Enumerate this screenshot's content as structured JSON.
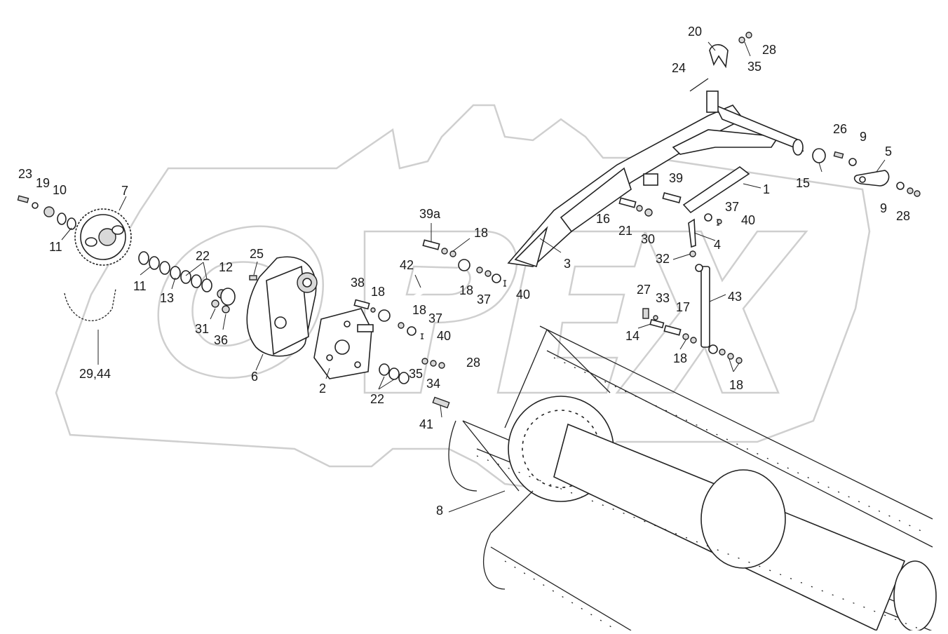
{
  "labels": [
    {
      "id": "23",
      "text": "23"
    },
    {
      "id": "19",
      "text": "19"
    },
    {
      "id": "10",
      "text": "10"
    },
    {
      "id": "7",
      "text": "7"
    },
    {
      "id": "11a",
      "text": "11"
    },
    {
      "id": "11b",
      "text": "11"
    },
    {
      "id": "22a",
      "text": "22"
    },
    {
      "id": "12",
      "text": "12"
    },
    {
      "id": "13",
      "text": "13"
    },
    {
      "id": "25",
      "text": "25"
    },
    {
      "id": "31",
      "text": "31"
    },
    {
      "id": "36",
      "text": "36"
    },
    {
      "id": "6",
      "text": "6"
    },
    {
      "id": "29_44",
      "text": "29,44"
    },
    {
      "id": "2",
      "text": "2"
    },
    {
      "id": "39a",
      "text": "39a"
    },
    {
      "id": "18a",
      "text": "18"
    },
    {
      "id": "42",
      "text": "42"
    },
    {
      "id": "38",
      "text": "38"
    },
    {
      "id": "18b",
      "text": "18"
    },
    {
      "id": "18c",
      "text": "18"
    },
    {
      "id": "18d",
      "text": "18"
    },
    {
      "id": "37a",
      "text": "37"
    },
    {
      "id": "37b",
      "text": "37"
    },
    {
      "id": "40a",
      "text": "40"
    },
    {
      "id": "40b",
      "text": "40"
    },
    {
      "id": "28a",
      "text": "28"
    },
    {
      "id": "35a",
      "text": "35"
    },
    {
      "id": "34",
      "text": "34"
    },
    {
      "id": "22b",
      "text": "22"
    },
    {
      "id": "41",
      "text": "41"
    },
    {
      "id": "8",
      "text": "8"
    },
    {
      "id": "3",
      "text": "3"
    },
    {
      "id": "16",
      "text": "16"
    },
    {
      "id": "21",
      "text": "21"
    },
    {
      "id": "30",
      "text": "30"
    },
    {
      "id": "39",
      "text": "39"
    },
    {
      "id": "1",
      "text": "1"
    },
    {
      "id": "37c",
      "text": "37"
    },
    {
      "id": "40c",
      "text": "40"
    },
    {
      "id": "4",
      "text": "4"
    },
    {
      "id": "32",
      "text": "32"
    },
    {
      "id": "43",
      "text": "43"
    },
    {
      "id": "27",
      "text": "27"
    },
    {
      "id": "33",
      "text": "33"
    },
    {
      "id": "17",
      "text": "17"
    },
    {
      "id": "14",
      "text": "14"
    },
    {
      "id": "18e",
      "text": "18"
    },
    {
      "id": "18f",
      "text": "18"
    },
    {
      "id": "20",
      "text": "20"
    },
    {
      "id": "28b",
      "text": "28"
    },
    {
      "id": "35b",
      "text": "35"
    },
    {
      "id": "24",
      "text": "24"
    },
    {
      "id": "26",
      "text": "26"
    },
    {
      "id": "9a",
      "text": "9"
    },
    {
      "id": "5",
      "text": "5"
    },
    {
      "id": "15",
      "text": "15"
    },
    {
      "id": "9b",
      "text": "9"
    },
    {
      "id": "28c",
      "text": "28"
    }
  ],
  "watermark": {
    "text": "OPEX",
    "color": "#cfcfcf"
  },
  "colors": {
    "line": "#222222",
    "label": "#1a1a1a",
    "background": "#ffffff"
  }
}
